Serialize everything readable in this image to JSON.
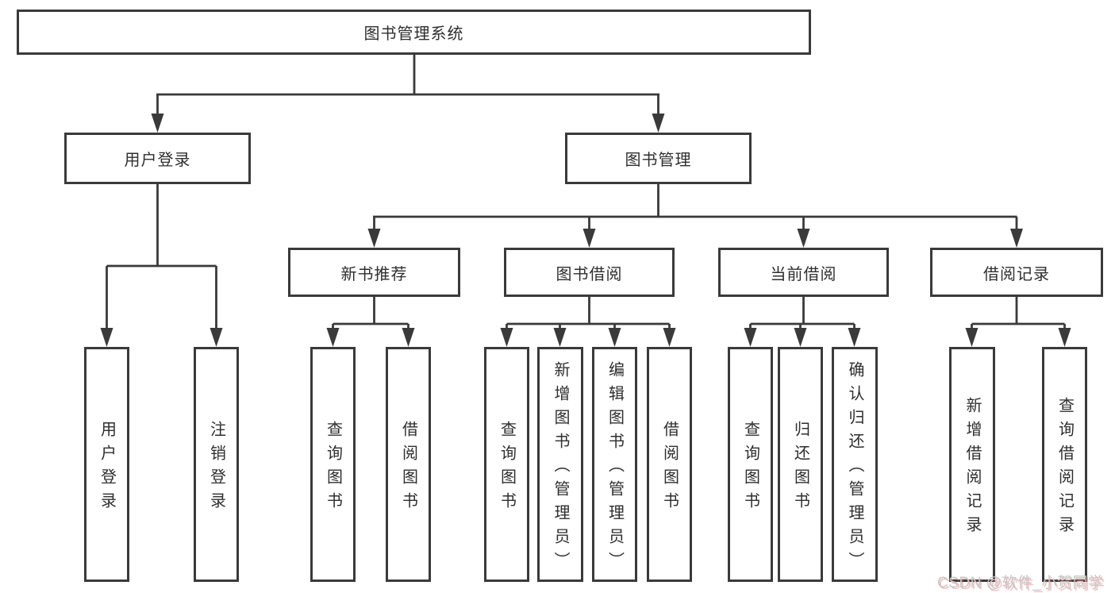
{
  "diagram": {
    "nodes": {
      "root": "图书管理系统",
      "user_login": "用户登录",
      "book_mgmt": "图书管理",
      "new_book": "新书推荐",
      "book_borrow": "图书借阅",
      "current_borrow": "当前借阅",
      "borrow_records": "借阅记录",
      "leaf_user_login": "用户登录",
      "leaf_logout": "注销登录",
      "leaf_nb_query": "查询图书",
      "leaf_nb_borrow": "借阅图书",
      "leaf_bb_query": "查询图书",
      "leaf_bb_add": "新增图书（管理员）",
      "leaf_bb_edit": "编辑图书（管理员）",
      "leaf_bb_borrow": "借阅图书",
      "leaf_cb_query": "查询图书",
      "leaf_cb_return": "归还图书",
      "leaf_cb_confirm": "确认归还（管理员）",
      "leaf_br_add": "新增借阅记录",
      "leaf_br_query": "查询借阅记录"
    },
    "line_color": "#3a3a3a"
  },
  "watermark": "CSDN @软件_小贺同学"
}
